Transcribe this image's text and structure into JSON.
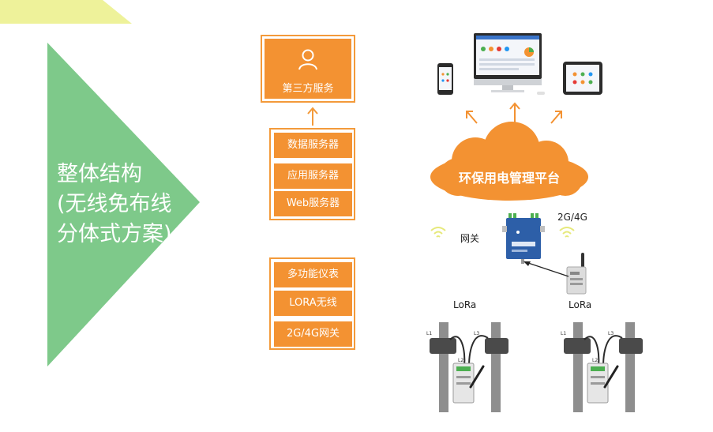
{
  "title": {
    "line1": "整体结构",
    "line2": "(无线免布线",
    "line3": "分体式方案)"
  },
  "boxes": {
    "third_party": "第三方服务",
    "servers": [
      "数据服务器",
      "应用服务器",
      "Web服务器"
    ],
    "devices": [
      "多功能仪表",
      "LORA无线",
      "2G/4G网关"
    ]
  },
  "diagram": {
    "platform": "环保用电管理平台",
    "gateway": "网关",
    "network": "2G/4G",
    "lora_left": "LoRa",
    "lora_right": "LoRa",
    "phase_labels": [
      "L1",
      "L3",
      "L2"
    ]
  },
  "colors": {
    "orange": "#f39232",
    "green": "#7ec98a",
    "yellow": "#eef29a"
  }
}
